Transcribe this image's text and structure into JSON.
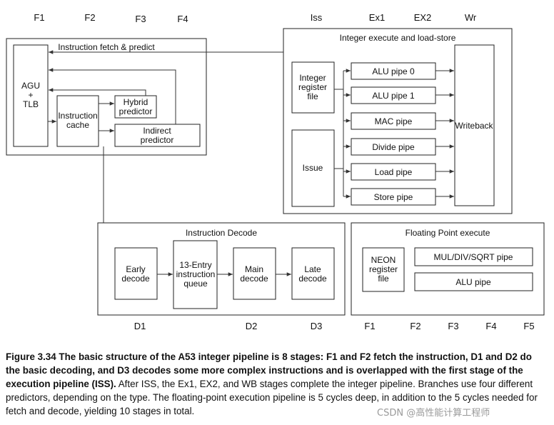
{
  "stages_top": [
    "F1",
    "F2",
    "F3",
    "F4",
    "Iss",
    "Ex1",
    "EX2",
    "Wr"
  ],
  "stages_bottom": [
    "D1",
    "D2",
    "D3",
    "F1",
    "F2",
    "F3",
    "F4",
    "F5"
  ],
  "fetch": {
    "title": "Instruction fetch & predict",
    "agu": [
      "AGU",
      "+",
      "TLB"
    ],
    "icache": [
      "Instruction",
      "cache"
    ],
    "hybrid": [
      "Hybrid",
      "predictor"
    ],
    "indirect": [
      "Indirect",
      "predictor"
    ]
  },
  "integer": {
    "title": "Integer execute and load-store",
    "regfile": [
      "Integer",
      "register",
      "file"
    ],
    "issue": "Issue",
    "pipes": [
      "ALU pipe 0",
      "ALU pipe 1",
      "MAC pipe",
      "Divide pipe",
      "Load pipe",
      "Store pipe"
    ],
    "writeback": "Writeback"
  },
  "decode": {
    "title": "Instruction Decode",
    "early": [
      "Early",
      "decode"
    ],
    "queue": [
      "13-Entry",
      "instruction",
      "queue"
    ],
    "main": [
      "Main",
      "decode"
    ],
    "late": [
      "Late",
      "decode"
    ]
  },
  "fp": {
    "title": "Floating Point execute",
    "neon": [
      "NEON",
      "register",
      "file"
    ],
    "muldiv": "MUL/DIV/SQRT pipe",
    "alu": "ALU pipe"
  },
  "caption": {
    "lead": "Figure 3.34  The basic structure of the A53 integer pipeline is 8 stages: F1 and F2 fetch the instruction, D1 and D2 do the basic decoding, and D3 decodes some more complex instructions and is overlapped with the first stage of the execution pipeline (ISS).",
    "rest": " After ISS, the Ex1, EX2, and WB stages complete the integer pipeline. Branches use four different predictors, depending on the type. The floating-point execution pipeline is 5 cycles deep, in addition to the 5 cycles needed for fetch and decode, yielding 10 stages in total."
  },
  "watermark": "CSDN @高性能计算工程师"
}
